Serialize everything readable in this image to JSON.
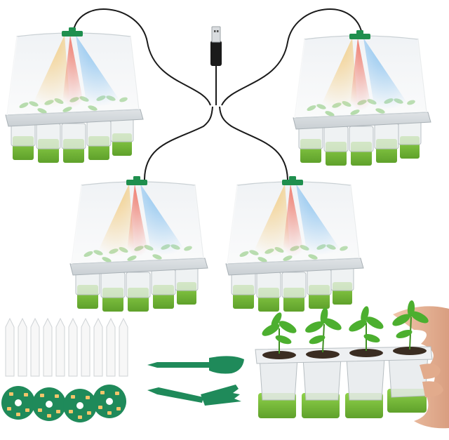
{
  "scene": {
    "colors": {
      "tray_green": "#7cc23a",
      "tray_green_dark": "#5fa12b",
      "clip_green": "#1f8f4e",
      "light_warm": "#f3c46a",
      "light_red": "#ef6b5a",
      "light_blue": "#6fb6ee",
      "cable": "#1a1a1a",
      "soil": "#3b2d22",
      "plant": "#4caf2f",
      "marker": "#f4f4f4",
      "tool_green": "#1f8a5a",
      "skin": "#e7b89a"
    },
    "objects": [
      "seed-starter-tray-with-humidity-dome",
      "usb-splitter-cable",
      "led-grow-light",
      "plant-labels",
      "led-light-discs",
      "garden-trowel",
      "garden-rake-fork",
      "seedling-tray-with-plants",
      "hand"
    ]
  }
}
